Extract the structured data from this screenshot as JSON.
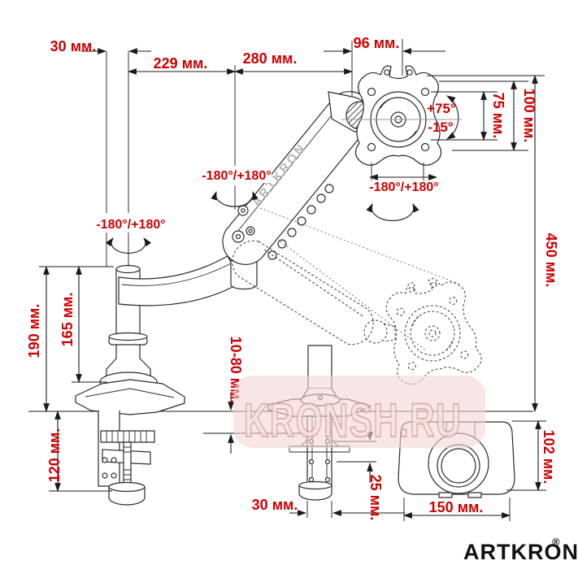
{
  "dims": {
    "w30_top": "30 мм.",
    "w229": "229 мм.",
    "w280": "280 мм.",
    "w96": "96 мм.",
    "h75": "75 мм.",
    "h100": "100 мм.",
    "h450": "450 мм.",
    "h190": "190 мм.",
    "h165": "165 мм.",
    "h120": "120 мм.",
    "desk_thickness": "10-80 мм.",
    "h25": "25 мм.",
    "w30_bottom": "30 мм.",
    "w150": "150 мм.",
    "h102": "102 мм."
  },
  "angles": {
    "tilt_up": "+75°",
    "tilt_down": "-15°",
    "swivel_head": "-180°/+180°",
    "swivel_elbow": "-180°/+180°",
    "swivel_pole": "-180°/+180°"
  },
  "branding": {
    "arm_label": "ARTKRON",
    "logo": "ARTKRON",
    "logo_reg": "®",
    "watermark": "KRONSH.RU"
  },
  "colors": {
    "dimension_text": "#cc0000",
    "drawing_line": "#2a2a2a",
    "watermark_pink": "#e9b6b6",
    "arm_label_gray": "#b8b8b8"
  }
}
